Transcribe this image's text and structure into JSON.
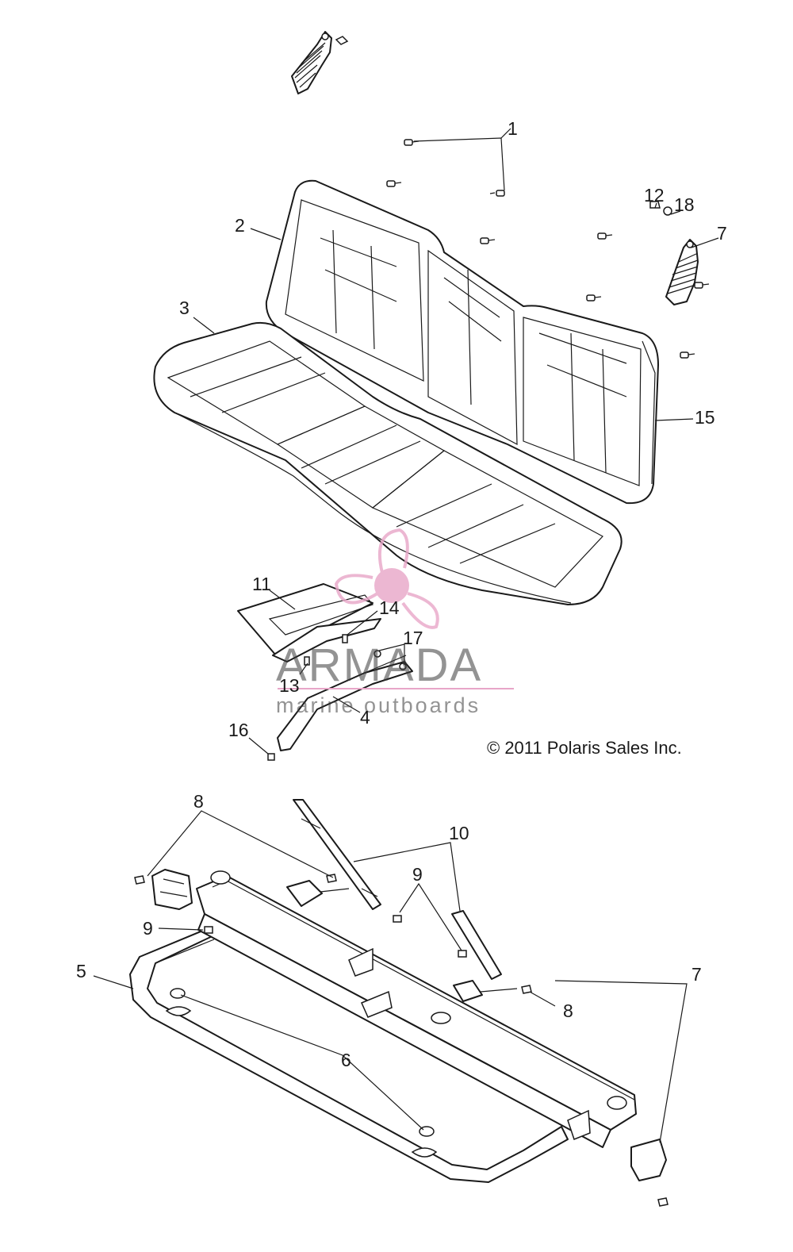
{
  "callouts": {
    "c1": "1",
    "c2": "2",
    "c3": "3",
    "c4": "4",
    "c5": "5",
    "c6": "6",
    "c7a": "7",
    "c7b": "7",
    "c8a": "8",
    "c8b": "8",
    "c9a": "9",
    "c9b": "9",
    "c10": "10",
    "c11": "11",
    "c12": "12",
    "c13": "13",
    "c14": "14",
    "c15": "15",
    "c16": "16",
    "c17": "17",
    "c18": "18"
  },
  "copyright": "© 2011 Polaris Sales Inc.",
  "watermark": {
    "brand": "ARMADA",
    "tagline": "marine outboards",
    "color": "#e8a6c8"
  }
}
